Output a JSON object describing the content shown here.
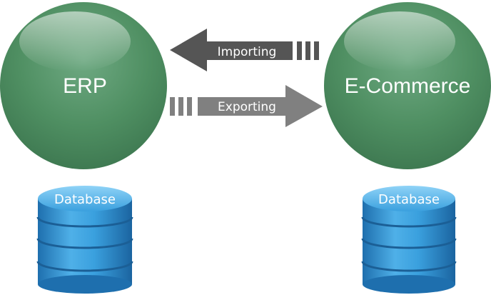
{
  "nodes": {
    "erp": {
      "label": "ERP"
    },
    "ecommerce": {
      "label": "E-Commerce"
    }
  },
  "arrows": {
    "importing": {
      "label": "Importing"
    },
    "exporting": {
      "label": "Exporting"
    }
  },
  "databases": {
    "left": {
      "label": "Database"
    },
    "right": {
      "label": "Database"
    }
  },
  "colors": {
    "node_green": "#4f8f62",
    "node_green_dark": "#3f7a52",
    "arrow_import": "#555555",
    "arrow_export": "#808080",
    "db_blue_light": "#5bb8ec",
    "db_blue": "#2d8fd0",
    "db_blue_dark": "#1e6fae"
  }
}
